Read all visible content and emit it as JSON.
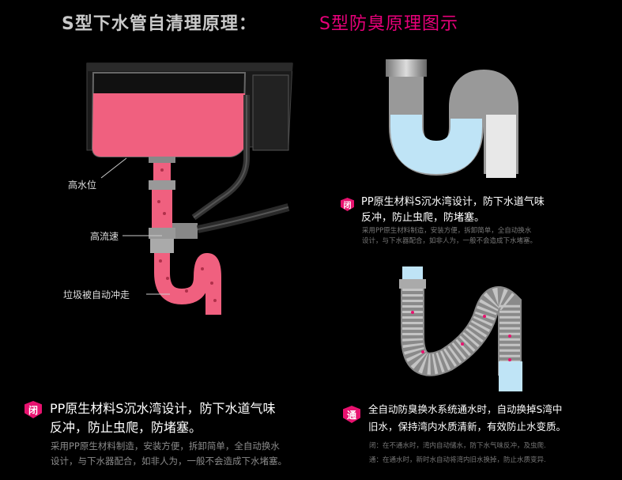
{
  "titles": {
    "left": "S型下水管自清理原理：",
    "right": "S型防臭原理图示"
  },
  "callouts": {
    "high_water": "高水位",
    "high_flow": "高流速",
    "debris": "垃圾被自动冲走"
  },
  "bottom_left": {
    "badge": "闭",
    "line1": "PP原生材料S沉水湾设计，防下水道气味",
    "line2": "反冲，防止虫爬，防堵塞。",
    "sub1": "采用PP原生材料制造，安装方便，拆卸简单，全自动换水",
    "sub2": "设计，与下水器配合，如非人为，一般不会造成下水堵塞。"
  },
  "right_middle": {
    "badge": "闭",
    "line1": "PP原生材料S沉水湾设计，防下水道气味",
    "line2": "反冲，防止虫爬，防堵塞。",
    "sub1": "采用PP原生材料制造，安装方便，拆卸简单，全自动换水",
    "sub2": "设计，与下水器配合，如非人为，一般不会造成下水堵塞。"
  },
  "bottom_right": {
    "badge": "通",
    "line1": "全自动防臭换水系统通水时，自动换掉S湾中",
    "line2": "旧水，保持湾内水质清新，有效防止水变质。",
    "sub1": "闭：在不通水时，湾内自动储水，防下水气味反冲，及虫爬.",
    "sub2": "通：在通水时，新时水自动将湾内旧水换掉，防止水质变异."
  },
  "colors": {
    "accent": "#e8126f",
    "pink_water": "#f0607f",
    "blue_water": "#bfe4f6"
  }
}
